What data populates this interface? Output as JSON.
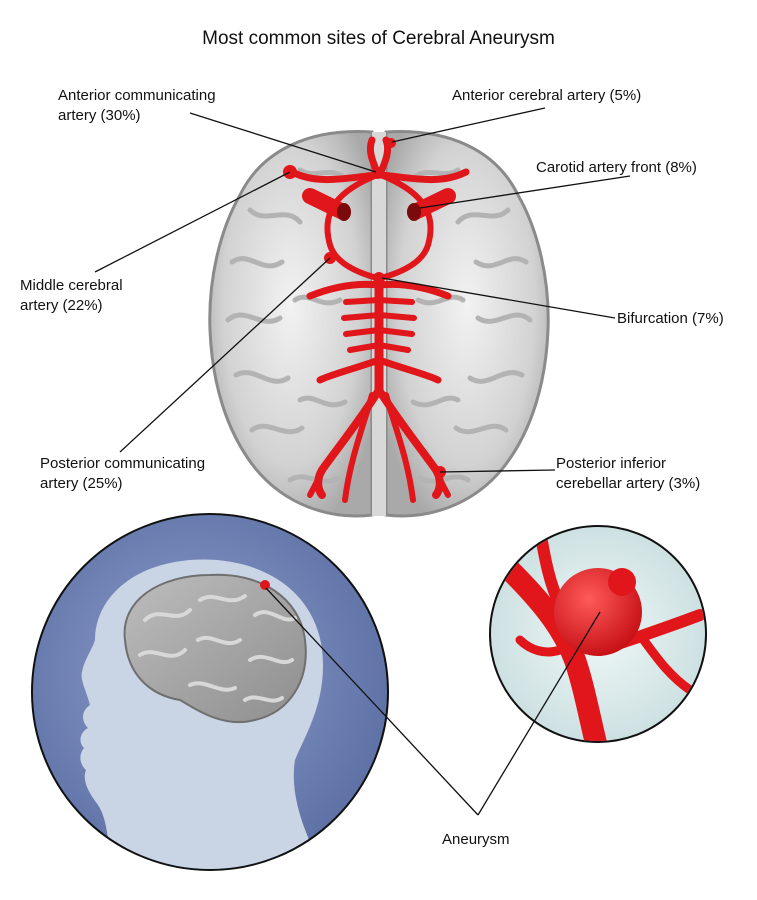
{
  "title": "Most common sites of Cerebral Aneurysm",
  "labels": {
    "anterior_communicating": {
      "line1": "Anterior communicating",
      "line2": "artery (30%)"
    },
    "anterior_cerebral": "Anterior cerebral artery (5%)",
    "carotid_front": "Carotid artery front (8%)",
    "middle_cerebral": {
      "line1": "Middle cerebral",
      "line2": "artery (22%)"
    },
    "bifurcation": "Bifurcation (7%)",
    "posterior_communicating": {
      "line1": "Posterior communicating",
      "line2": "artery (25%)"
    },
    "posterior_inferior_cerebellar": {
      "line1": "Posterior inferior",
      "line2": "cerebellar artery (3%)"
    },
    "aneurysm": "Aneurysm"
  },
  "colors": {
    "artery_red": "#e0161b",
    "brain_gray": "#c9c9c9",
    "head_circle_blue": "#6f82b6",
    "head_silhouette": "#c9d4e4",
    "closeup_background": "#dcebec"
  }
}
